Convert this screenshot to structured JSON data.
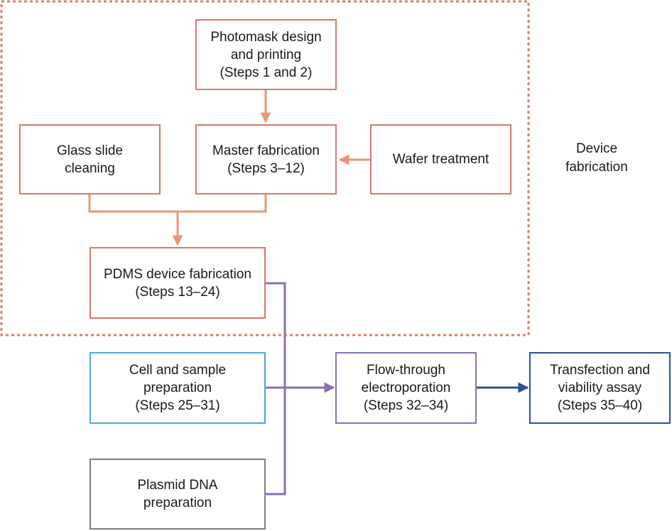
{
  "region": {
    "label_lines": [
      "Device",
      "fabrication"
    ],
    "border_color": "#e07a6e"
  },
  "nodes": {
    "photomask": {
      "lines": [
        "Photomask design",
        "and printing",
        "(Steps 1 and 2)"
      ]
    },
    "glass": {
      "lines": [
        "Glass slide",
        "cleaning"
      ]
    },
    "master": {
      "lines": [
        "Master fabrication",
        "(Steps 3–12)"
      ]
    },
    "wafer": {
      "lines": [
        "Wafer treatment"
      ]
    },
    "pdms": {
      "lines": [
        "PDMS device fabrication",
        "(Steps 13–24)"
      ]
    },
    "cell": {
      "lines": [
        "Cell and sample",
        "preparation",
        "(Steps 25–31)"
      ]
    },
    "flow": {
      "lines": [
        "Flow-through",
        "electroporation",
        "(Steps 32–34)"
      ]
    },
    "transfection": {
      "lines": [
        "Transfection and",
        "viability assay",
        "(Steps 35–40)"
      ]
    },
    "plasmid": {
      "lines": [
        "Plasmid DNA",
        "preparation"
      ]
    }
  },
  "colors": {
    "red_border": "#d9776c",
    "arrow_orange": "#e8977a",
    "blue_border": "#4da6e0",
    "purple": "#8a70b3",
    "navy": "#2f4f9a",
    "gray_border": "#7d7d7d"
  }
}
